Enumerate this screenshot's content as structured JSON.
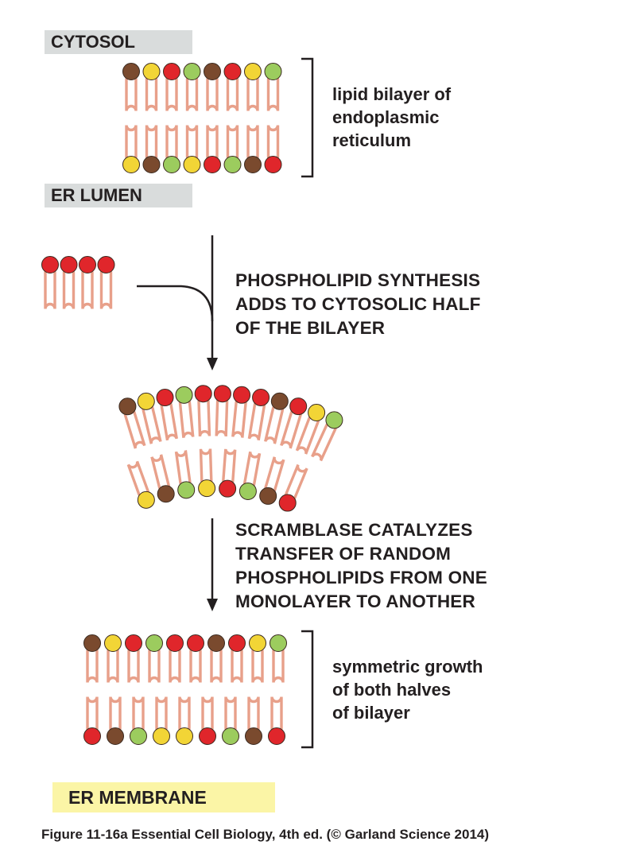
{
  "labels": {
    "cytosol": "CYTOSOL",
    "er_lumen": "ER LUMEN",
    "er_membrane": "ER MEMBRANE"
  },
  "descriptions": {
    "top": [
      "lipid bilayer of",
      "endoplasmic",
      "reticulum"
    ],
    "bottom": [
      "symmetric growth",
      "of both halves",
      "of bilayer"
    ]
  },
  "steps": {
    "synthesis": [
      "PHOSPHOLIPID SYNTHESIS",
      "ADDS TO CYTOSOLIC HALF",
      "OF THE BILAYER"
    ],
    "scramblase": [
      "SCRAMBLASE CATALYZES",
      "TRANSFER OF RANDOM",
      "PHOSPHOLIPIDS FROM ONE",
      "MONOLAYER TO ANOTHER"
    ]
  },
  "caption": "Figure 11-16a  Essential Cell Biology, 4th ed. (© Garland Science 2014)",
  "colors": {
    "brown": "#7a4a2e",
    "yellow": "#f2d536",
    "red": "#e0262b",
    "green": "#9ccc5e",
    "tail": "#e8a08a",
    "line": "#231f20"
  },
  "heads": {
    "top_upper": [
      "brown",
      "yellow",
      "red",
      "green",
      "brown",
      "red",
      "yellow",
      "green"
    ],
    "top_lower": [
      "yellow",
      "brown",
      "green",
      "yellow",
      "red",
      "green",
      "brown",
      "red"
    ],
    "new_lipids": [
      "red",
      "red",
      "red",
      "red"
    ],
    "mid_upper": [
      "brown",
      "yellow",
      "red",
      "green",
      "red",
      "red",
      "red",
      "red",
      "brown",
      "red",
      "yellow",
      "green"
    ],
    "mid_lower": [
      "yellow",
      "brown",
      "green",
      "yellow",
      "red",
      "green",
      "brown",
      "red"
    ],
    "bottom_upper": [
      "brown",
      "yellow",
      "red",
      "green",
      "red",
      "red",
      "brown",
      "red",
      "yellow",
      "green"
    ],
    "bottom_lower": [
      "red",
      "brown",
      "green",
      "yellow",
      "yellow",
      "red",
      "green",
      "brown",
      "red"
    ]
  }
}
